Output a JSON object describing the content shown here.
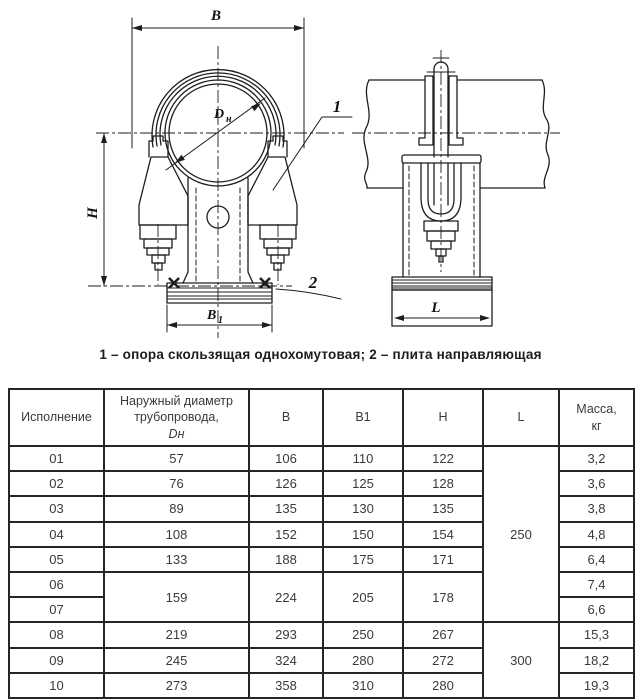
{
  "colors": {
    "ink": "#1d1d1d",
    "table_border": "#262626",
    "table_text": "#3a3a3a"
  },
  "figure": {
    "labels": {
      "dim_b": "B",
      "dim_b1_main": "B",
      "dim_b1_sub": "1",
      "dim_h": "H",
      "dim_dn_main": "D",
      "dim_dn_sub": "н",
      "dim_l": "L",
      "callout_1": "1",
      "callout_2": "2"
    }
  },
  "caption": "1 – опора скользящая однохомутовая; 2 – плита направляющая",
  "table": {
    "headers": [
      {
        "lines": [
          "Исполнение"
        ]
      },
      {
        "lines": [
          "Наружный диаметр",
          "трубопровода,"
        ],
        "italic_line": "Dн"
      },
      {
        "lines": [
          "В"
        ]
      },
      {
        "lines": [
          "В1"
        ]
      },
      {
        "lines": [
          "Н"
        ]
      },
      {
        "lines": [
          "L"
        ]
      },
      {
        "lines": [
          "Масса,",
          "кг"
        ]
      }
    ],
    "rows": [
      {
        "cells": [
          {
            "t": "01"
          },
          {
            "t": "57"
          },
          {
            "t": "106"
          },
          {
            "t": "110"
          },
          {
            "t": "122"
          },
          {
            "t": "250",
            "rs": 7
          },
          {
            "t": "3,2"
          }
        ]
      },
      {
        "cells": [
          {
            "t": "02"
          },
          {
            "t": "76"
          },
          {
            "t": "126"
          },
          {
            "t": "125"
          },
          {
            "t": "128"
          },
          {
            "t": "3,6"
          }
        ]
      },
      {
        "cells": [
          {
            "t": "03"
          },
          {
            "t": "89"
          },
          {
            "t": "135"
          },
          {
            "t": "130"
          },
          {
            "t": "135"
          },
          {
            "t": "3,8"
          }
        ]
      },
      {
        "cells": [
          {
            "t": "04"
          },
          {
            "t": "108"
          },
          {
            "t": "152"
          },
          {
            "t": "150"
          },
          {
            "t": "154"
          },
          {
            "t": "4,8"
          }
        ]
      },
      {
        "cells": [
          {
            "t": "05"
          },
          {
            "t": "133"
          },
          {
            "t": "188"
          },
          {
            "t": "175"
          },
          {
            "t": "171"
          },
          {
            "t": "6,4"
          }
        ]
      },
      {
        "cells": [
          {
            "t": "06"
          },
          {
            "t": "159",
            "rs": 2
          },
          {
            "t": "224",
            "rs": 2
          },
          {
            "t": "205",
            "rs": 2
          },
          {
            "t": "178",
            "rs": 2
          },
          {
            "t": "7,4"
          }
        ]
      },
      {
        "cells": [
          {
            "t": "07"
          },
          {
            "t": "6,6"
          }
        ]
      },
      {
        "cells": [
          {
            "t": "08"
          },
          {
            "t": "219"
          },
          {
            "t": "293"
          },
          {
            "t": "250"
          },
          {
            "t": "267"
          },
          {
            "t": "300",
            "rs": 3
          },
          {
            "t": "15,3"
          }
        ]
      },
      {
        "cells": [
          {
            "t": "09"
          },
          {
            "t": "245"
          },
          {
            "t": "324"
          },
          {
            "t": "280"
          },
          {
            "t": "272"
          },
          {
            "t": "18,2"
          }
        ]
      },
      {
        "cells": [
          {
            "t": "10"
          },
          {
            "t": "273"
          },
          {
            "t": "358"
          },
          {
            "t": "310"
          },
          {
            "t": "280"
          },
          {
            "t": "19,3"
          }
        ]
      }
    ]
  }
}
